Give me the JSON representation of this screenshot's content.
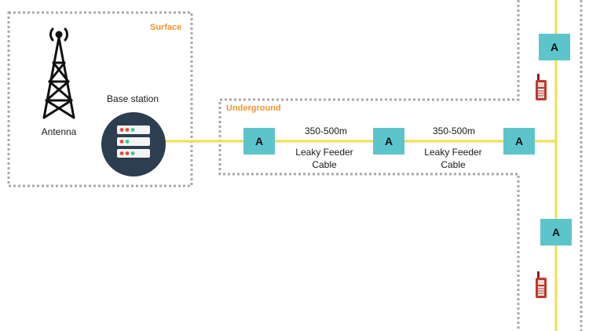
{
  "zones": {
    "surface": "Surface",
    "underground": "Underground"
  },
  "labels": {
    "antenna": "Antenna",
    "base_station": "Base station",
    "cable_length_1": "350-500m",
    "cable_name_1": [
      "Leaky Feeder",
      "Cable"
    ],
    "cable_length_2": "350-500m",
    "cable_name_2": [
      "Leaky Feeder",
      "Cable"
    ],
    "amplifier": "A"
  },
  "icons": [
    "antenna-tower-icon",
    "server-icon",
    "walkie-talkie-icon"
  ],
  "colors": {
    "cable": "#f5dc4c",
    "amplifier": "#5cc5cb",
    "zone_label": "#f0962e",
    "zone_border": "#a8a8a8",
    "base_station_circle": "#2c3e50"
  }
}
